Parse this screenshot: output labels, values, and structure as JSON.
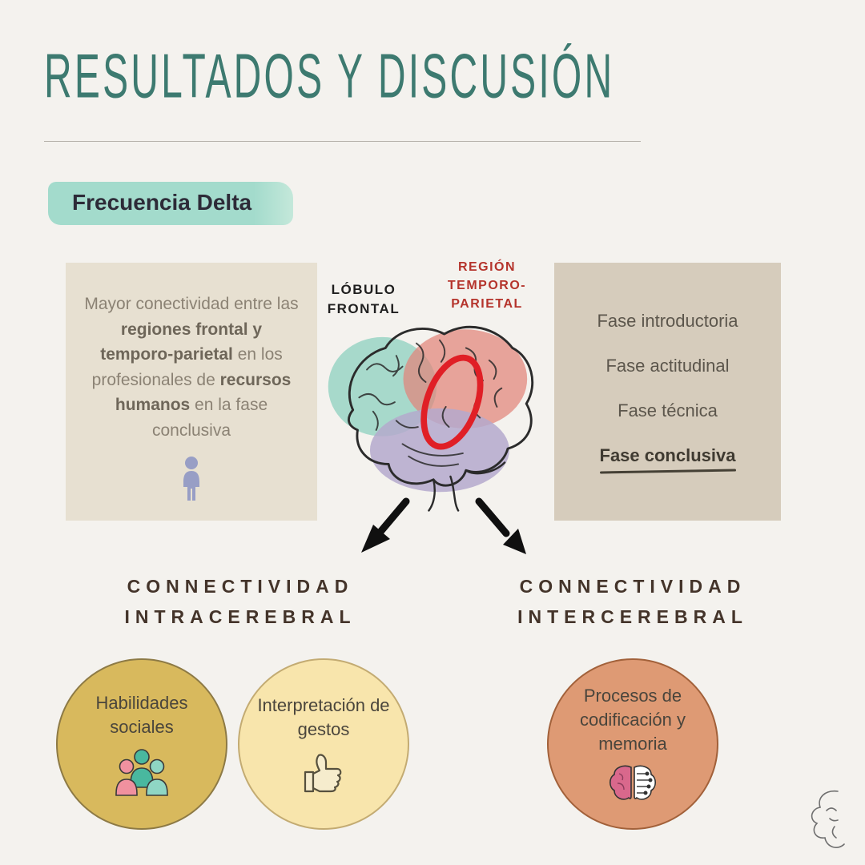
{
  "header": {
    "title": "RESULTADOS Y DISCUSIÓN",
    "section_label": "Frecuencia Delta"
  },
  "finding_box": {
    "seg1": "Mayor conectividad entre las ",
    "seg2": "regiones frontal y temporo-parietal",
    "seg3": " en los profesionales de ",
    "seg4": "recursos humanos",
    "seg5": " en la fase conclusiva"
  },
  "brain": {
    "frontal_label_line1": "LÓBULO",
    "frontal_label_line2": "FRONTAL",
    "region_label_line1": "REGIÓN",
    "region_label_line2": "TEMPORO-",
    "region_label_line3": "PARIETAL"
  },
  "phases": {
    "items": [
      "Fase introductoria",
      "Fase actitudinal",
      "Fase técnica",
      "Fase conclusiva"
    ]
  },
  "intracerebral": {
    "line1": "CONNECTIVIDAD",
    "line2": "INTRACEREBRAL",
    "bubbles": [
      {
        "label": "Habilidades sociales",
        "icon": "people-group-icon"
      },
      {
        "label": "Interpretación de gestos",
        "icon": "thumbs-up-icon"
      }
    ]
  },
  "intercerebral": {
    "line1": "CONNECTIVIDAD",
    "line2": "INTERCEREBRAL",
    "bubbles": [
      {
        "label": "Procesos de codificación y memoria",
        "icon": "brain-memory-icon"
      }
    ]
  },
  "colors": {
    "background": "#f4f2ee",
    "title_teal": "#3d7a70",
    "highlight_mint": "#a3dbcc",
    "finding_box_bg": "#e7e0d1",
    "phases_box_bg": "#d6ccbc",
    "accent_red": "#b5342c",
    "ring_red": "#e01f26",
    "header_brown": "#44342a",
    "bubble_gold": "#d8b95d",
    "bubble_yellow": "#f8e5ac",
    "bubble_salmon": "#de9a74",
    "brain_teal": "#9ed6c6",
    "brain_pink": "#e2837a",
    "brain_purple": "#b4a9cc"
  }
}
